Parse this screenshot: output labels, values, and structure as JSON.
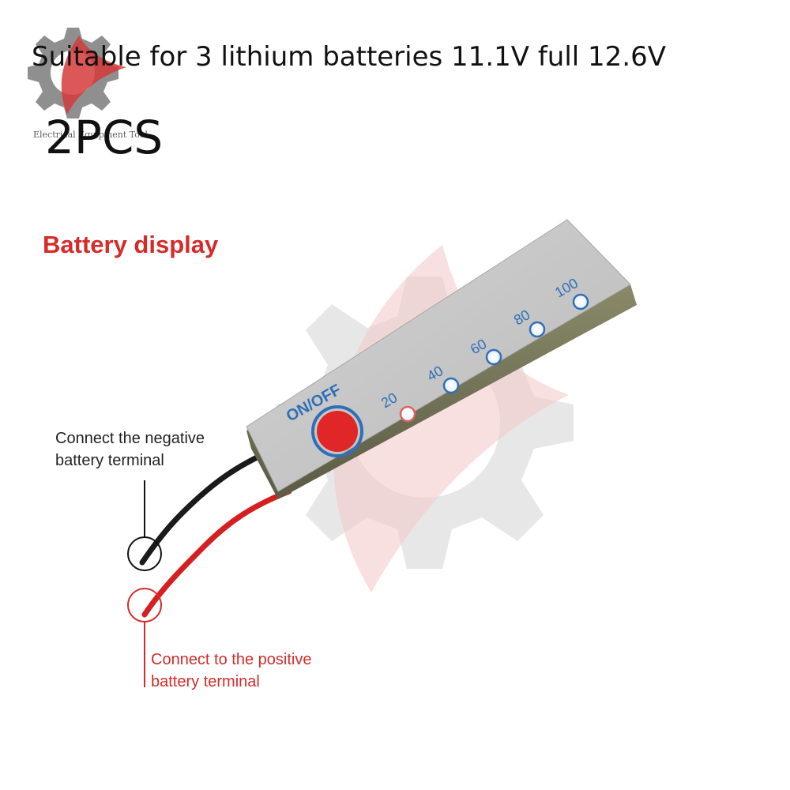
{
  "headline": "Suitable for 3 lithium batteries 11.1V full 12.6V",
  "quantity": "2PCS",
  "logo": {
    "text": "Electrical Equipment Tool",
    "icon": "gear-logo-icon"
  },
  "section_title": "Battery display",
  "board": {
    "button_label": "ON/OFF",
    "levels": [
      {
        "label": "20",
        "lit": true
      },
      {
        "label": "40",
        "lit": false
      },
      {
        "label": "60",
        "lit": false
      },
      {
        "label": "80",
        "lit": false
      },
      {
        "label": "100",
        "lit": false
      }
    ]
  },
  "callouts": {
    "negative": {
      "line1": "Connect the negative",
      "line2": "battery terminal"
    },
    "positive": {
      "line1": "Connect to the positive",
      "line2": "battery terminal"
    }
  },
  "colors": {
    "accent_red": "#d52b2b",
    "led_blue": "#2f6fb8",
    "watermark_gray": "#d9d9d9",
    "watermark_pink": "#f2c4c4"
  }
}
